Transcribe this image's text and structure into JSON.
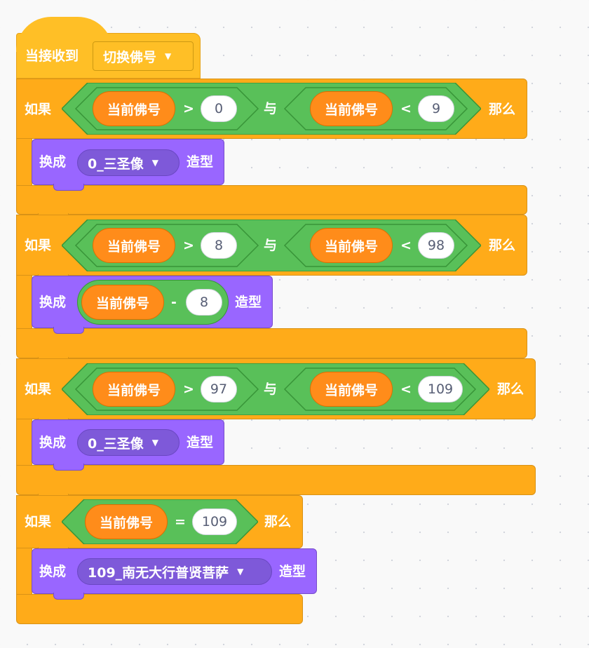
{
  "hat": {
    "label": "当接收到",
    "message": "切换佛号",
    "caret": "▼"
  },
  "blocks": [
    {
      "if_label": "如果",
      "then_label": "那么",
      "left": {
        "reporter": "当前佛号",
        "op": ">",
        "value": "0"
      },
      "join": "与",
      "right": {
        "reporter": "当前佛号",
        "op": "<",
        "value": "9"
      },
      "switch": {
        "label": "换成",
        "costume": "0_三圣像",
        "suffix": "造型"
      }
    },
    {
      "if_label": "如果",
      "then_label": "那么",
      "left": {
        "reporter": "当前佛号",
        "op": ">",
        "value": "8"
      },
      "join": "与",
      "right": {
        "reporter": "当前佛号",
        "op": "<",
        "value": "98"
      },
      "switch": {
        "label": "换成",
        "reporter": "当前佛号",
        "op": "-",
        "value": "8",
        "suffix": "造型"
      }
    },
    {
      "if_label": "如果",
      "then_label": "那么",
      "left": {
        "reporter": "当前佛号",
        "op": ">",
        "value": "97"
      },
      "join": "与",
      "right": {
        "reporter": "当前佛号",
        "op": "<",
        "value": "109"
      },
      "switch": {
        "label": "换成",
        "costume": "0_三圣像",
        "suffix": "造型"
      }
    },
    {
      "if_label": "如果",
      "then_label": "那么",
      "cond": {
        "reporter": "当前佛号",
        "op": "=",
        "value": "109"
      },
      "switch": {
        "label": "换成",
        "costume": "109_南无大行普贤菩萨",
        "suffix": "造型"
      }
    }
  ],
  "colors": {
    "events": "#ffbf26",
    "control": "#ffab19",
    "operators": "#59c059",
    "variables": "#ff8c1a",
    "looks": "#9966ff"
  },
  "icons": [
    "dropdown-caret-icon"
  ]
}
